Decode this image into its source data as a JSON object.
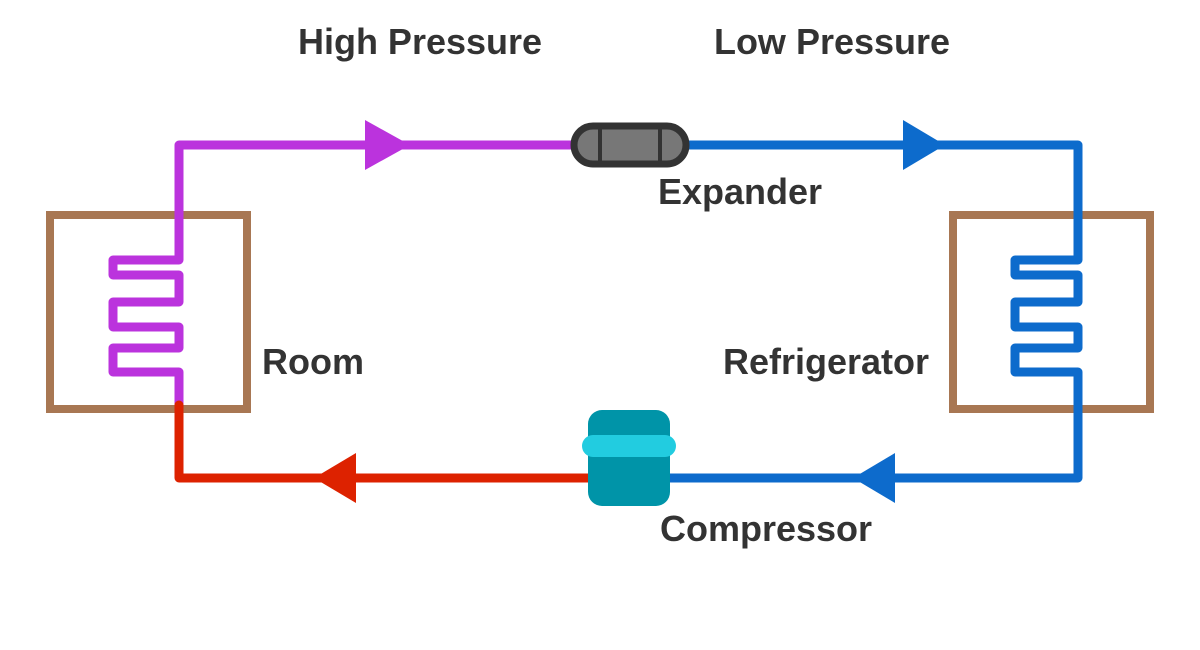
{
  "labels": {
    "high_pressure": "High Pressure",
    "low_pressure": "Low Pressure",
    "expander": "Expander",
    "room": "Room",
    "refrigerator": "Refrigerator",
    "compressor": "Compressor"
  },
  "colors": {
    "high_pressure_line": "#bb33dd",
    "hot_line": "#dd2200",
    "low_pressure_line": "#0d6bcc",
    "box_outline": "#a87753",
    "expander_body": "#777777",
    "expander_outline": "#333333",
    "compressor_body": "#0094a8",
    "compressor_band": "#22cce0",
    "text": "#333333"
  },
  "icons": {
    "expander": "expander-valve-icon",
    "compressor": "compressor-icon",
    "room_coil": "condenser-coil-icon",
    "fridge_coil": "evaporator-coil-icon"
  }
}
